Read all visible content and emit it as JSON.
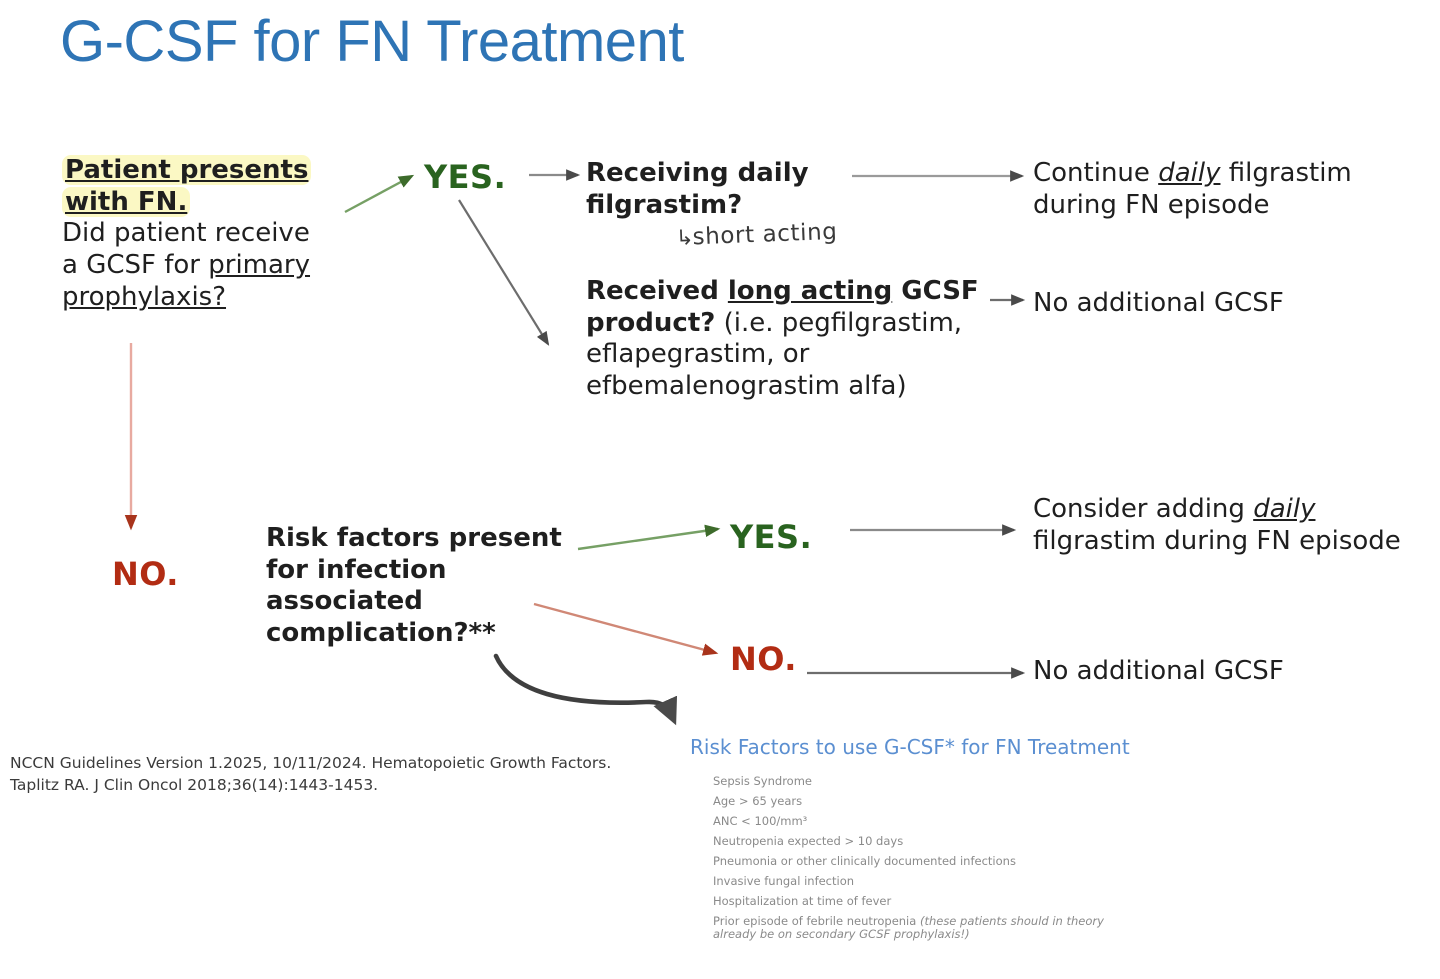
{
  "slide": {
    "title": "G-CSF for FN Treatment",
    "title_color": "#2e74b5"
  },
  "colors": {
    "yes_green": "#29631f",
    "no_red": "#b22c13",
    "arrow_gray": "#5a5a5a",
    "arrow_green": "#5f8a4e",
    "arrow_red": "#cf7f6e",
    "highlight_yellow": "#fbf8c4",
    "link_blue": "#5b8fd1"
  },
  "flowchart": {
    "stem": {
      "headline": "Patient presents with FN.",
      "question_prefix": "Did patient receive a GCSF for ",
      "question_underlined": "primary prophylaxis?"
    },
    "branch_yes_top": "YES.",
    "branch_no_left": "NO.",
    "node_daily": "Receiving daily filgrastim?",
    "handwriting_annotation": "short acting",
    "handwriting_hook": "↳",
    "node_long_bold_prefix": "Received ",
    "node_long_bold_underline": "long acting",
    "node_long_bold_suffix": " GCSF product?",
    "node_long_regular": " (i.e. pegfilgrastim, eflapegrastim, or efbemalenograstim alfa)",
    "node_risk": "Risk factors present for infection associated complication?**",
    "branch_yes_bottom": "YES.",
    "branch_no_bottom": "NO.",
    "out_continue_prefix": "Continue ",
    "out_continue_emph": "daily",
    "out_continue_suffix": " filgrastim during FN episode",
    "out_no_additional_1": "No additional GCSF",
    "out_consider_prefix": "Consider adding ",
    "out_consider_emph": "daily",
    "out_consider_suffix": " filgrastim during FN episode",
    "out_no_additional_2": "No additional GCSF"
  },
  "citation": {
    "line1": "NCCN Guidelines Version 1.2025, 10/11/2024. Hematopoietic Growth Factors.",
    "line2": "Taplitz RA. J Clin Oncol 2018;36(14):1443-1453."
  },
  "risk_factors": {
    "title": "Risk Factors to use G-CSF* for FN Treatment",
    "items": [
      {
        "text": "Sepsis Syndrome"
      },
      {
        "text": "Age > 65 years"
      },
      {
        "text": "ANC < 100/mm³"
      },
      {
        "text": "Neutropenia expected > 10 days"
      },
      {
        "text": "Pneumonia or other clinically documented infections"
      },
      {
        "text": "Invasive fungal infection"
      },
      {
        "text": "Hospitalization at time of fever"
      },
      {
        "text": "Prior episode of febrile neutropenia  (these patients should in theory already be on secondary GCSF prophylaxis!)"
      }
    ]
  }
}
